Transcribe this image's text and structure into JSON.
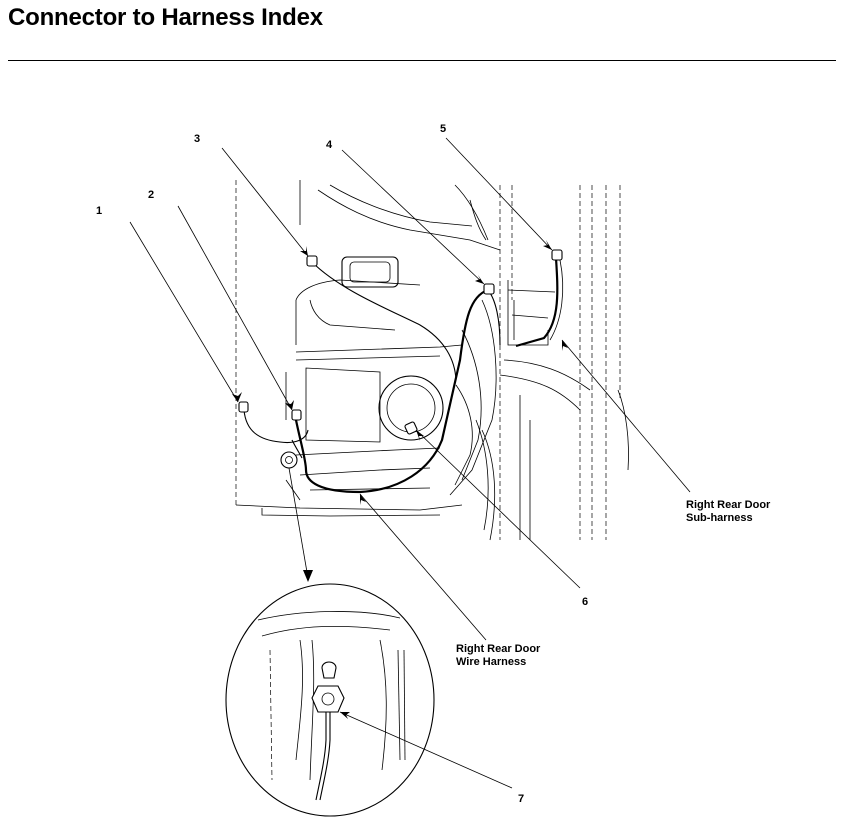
{
  "title": "Connector to Harness Index",
  "callouts": {
    "c1": "1",
    "c2": "2",
    "c3": "3",
    "c4": "4",
    "c5": "5",
    "c6": "6",
    "c7": "7"
  },
  "labels": {
    "sub_harness_line1": "Right Rear Door",
    "sub_harness_line2": "Sub-harness",
    "wire_harness_line1": "Right Rear Door",
    "wire_harness_line2": "Wire Harness"
  }
}
